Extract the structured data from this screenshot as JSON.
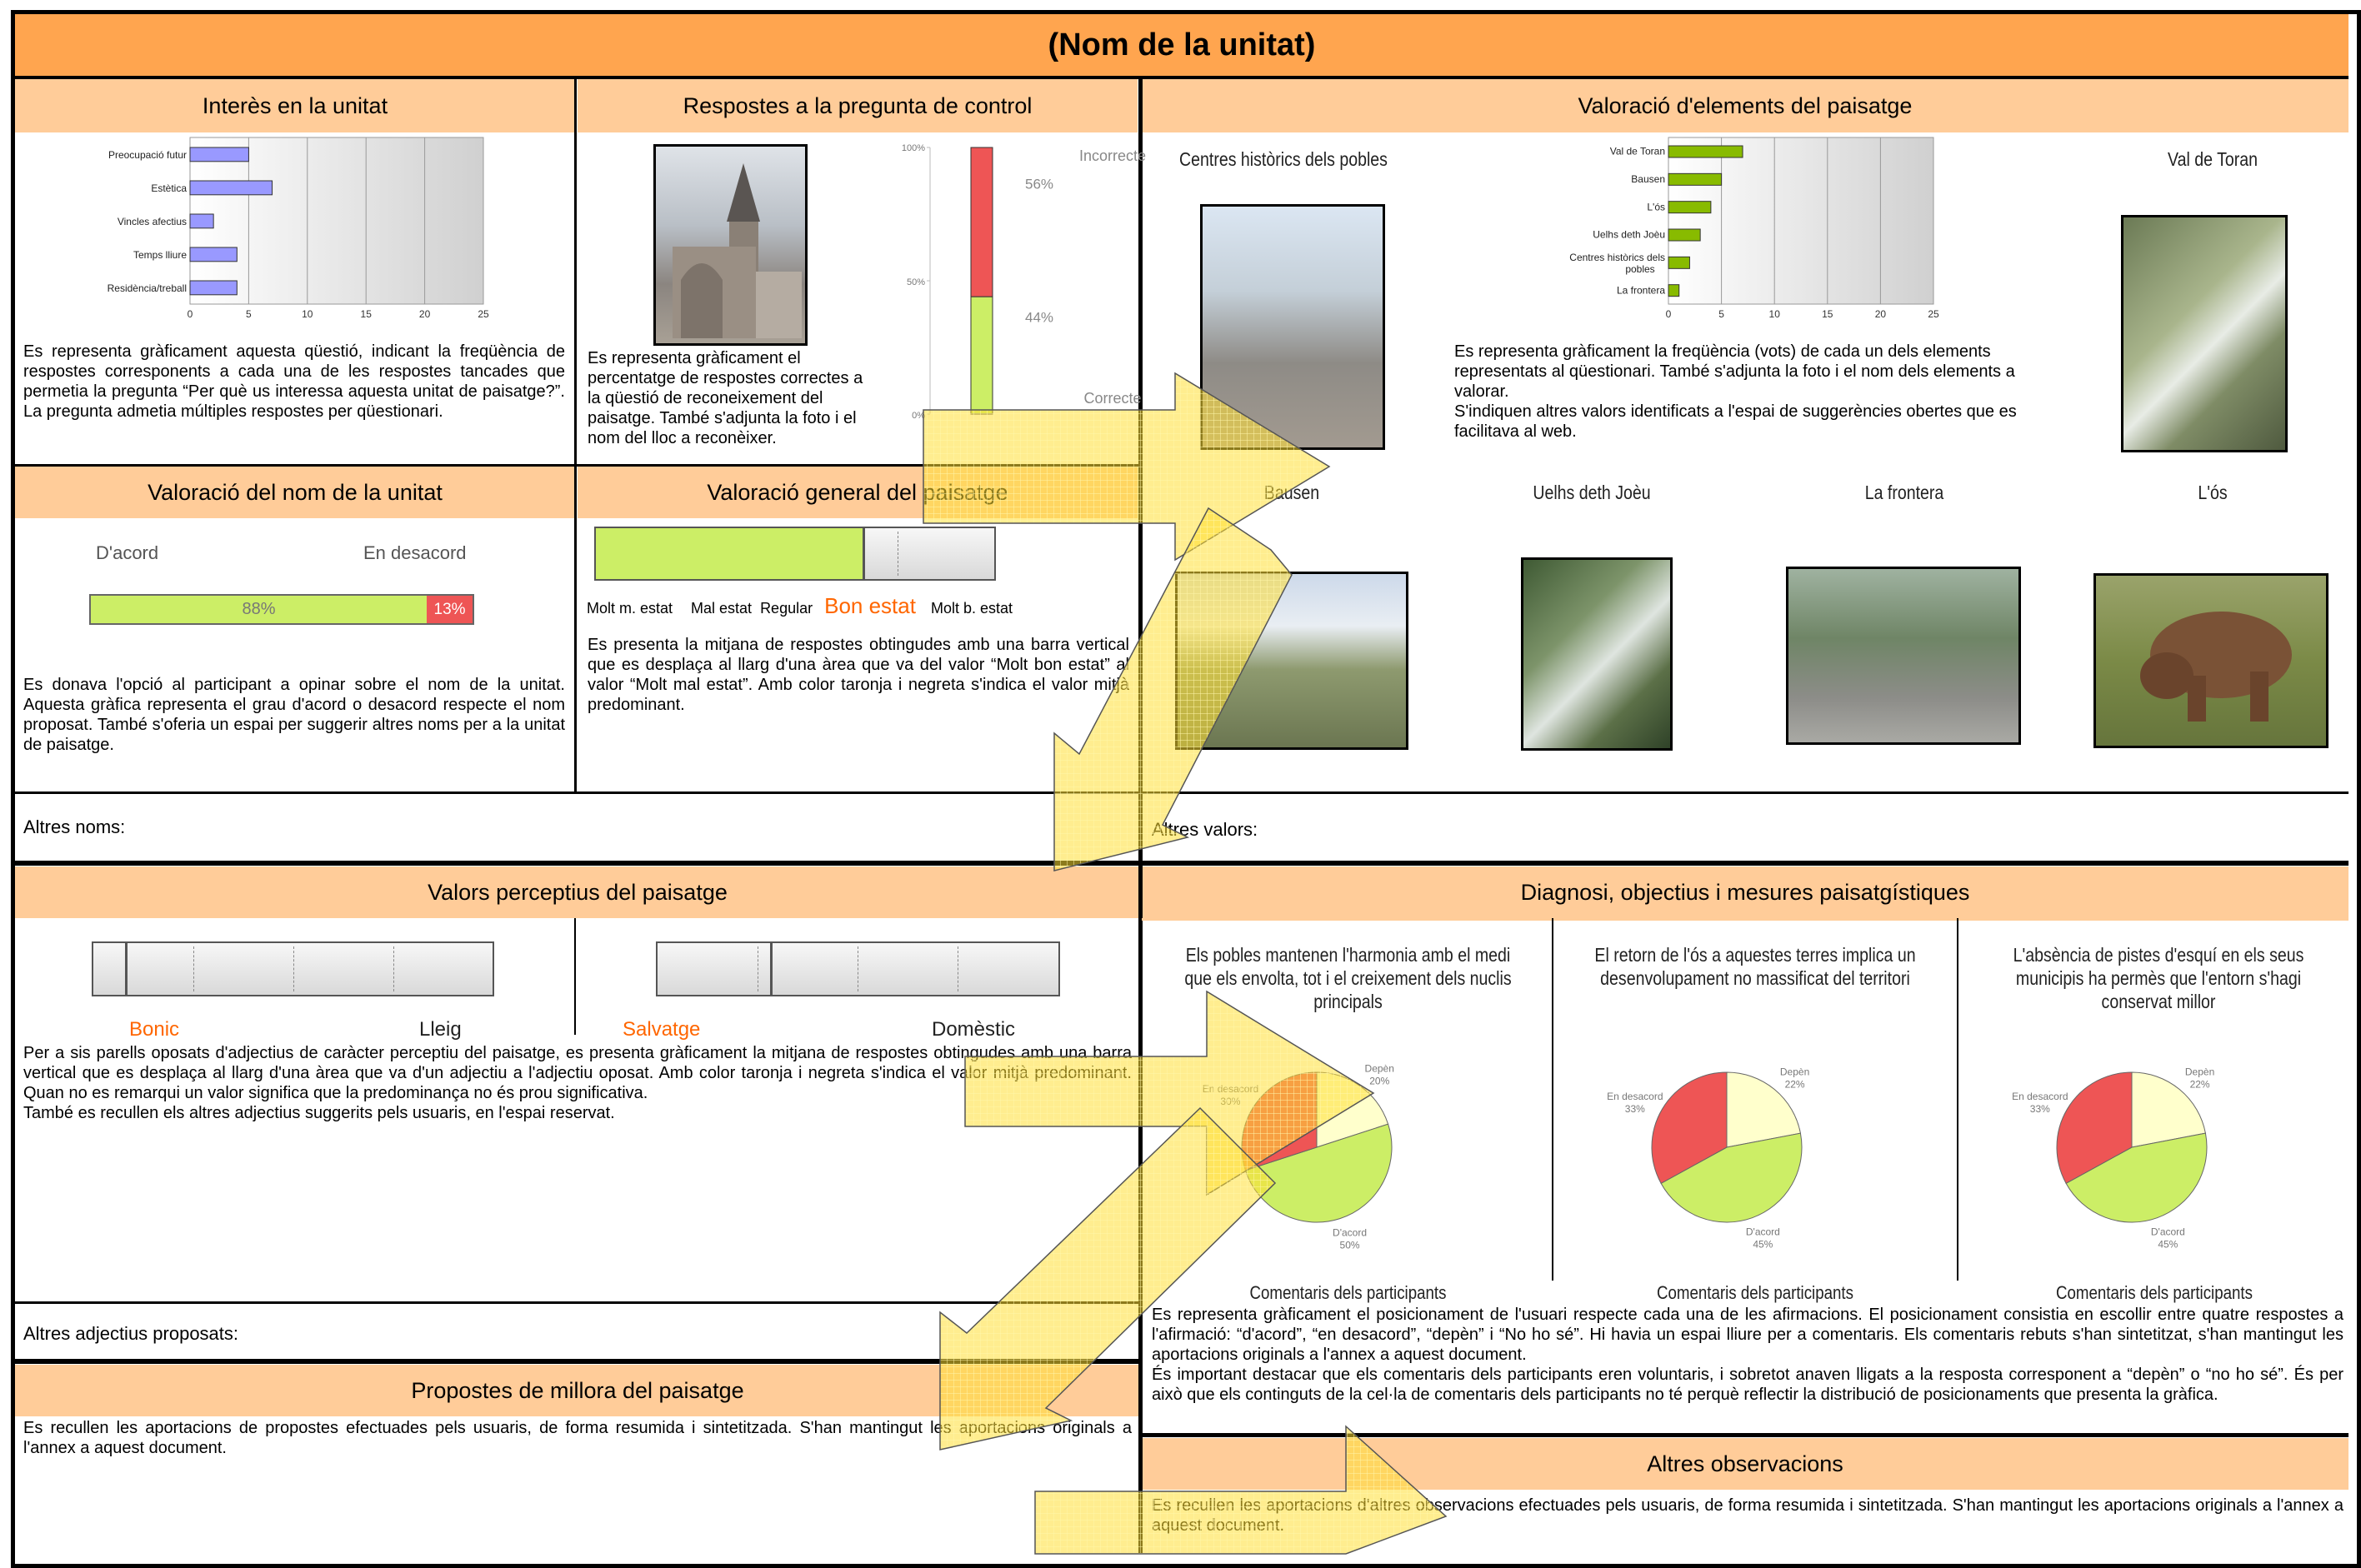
{
  "header": {
    "title": "(Nom de la unitat)"
  },
  "sections": {
    "interes": "Interès en la unitat",
    "control": "Respostes a la pregunta de control",
    "valoracio_elements": "Valoració d'elements del paisatge",
    "valoracio_nom": "Valoració del nom de la unitat",
    "valoracio_general": "Valoració general del paisatge",
    "valors_perceptius": "Valors perceptius del paisatge",
    "diagnosi": "Diagnosi, objectius i mesures paisatgístiques",
    "propostes": "Propostes de millora del paisatge",
    "altres_obs": "Altres observacions"
  },
  "interes": {
    "description": "Es representa gràficament aquesta qüestió, indicant la freqüència de respostes corresponents a cada una de les respostes tancades que permetia la pregunta “Per què us interessa aquesta unitat de paisatge?”. La pregunta admetia múltiples respostes per qüestionari."
  },
  "control": {
    "description": "Es representa gràficament el percentatge de respostes correctes a la qüestió de reconeixement del paisatge. També s'adjunta la foto i el nom del lloc a reconèixer.",
    "label_incorrect": "Incorrecte",
    "label_correct": "Correcte",
    "tick_100": "100%",
    "tick_50": "50%",
    "tick_0": "0%"
  },
  "elements": {
    "description": "Es representa gràficament la freqüència (vots) de cada un dels elements representats al qüestionari. També s'adjunta la foto i el nom dels elements a valorar.\nS'indiquen altres valors identificats a l'espai de suggerències obertes que es facilitava al web.",
    "photo_captions": [
      "Centres històrics dels pobles",
      "Val de Toran",
      "Bausen",
      "Uelhs deth Joèu",
      "La frontera",
      "L'ós"
    ],
    "altres_label": "Altres valors:"
  },
  "nom": {
    "agree_label": "D'acord",
    "disagree_label": "En desacord",
    "agree_pct": "88%",
    "disagree_pct": "13%",
    "agree_value": 88,
    "description": "Es donava l'opció al participant a opinar sobre el nom de la unitat. Aquesta gràfica representa el grau d'acord o desacord respecte el nom proposat. També s'oferia un espai per suggerir altres noms per a la unitat de paisatge.",
    "altres_label": "Altres noms:"
  },
  "general": {
    "scale_labels": [
      "Molt m. estat",
      "Mal estat",
      "Regular",
      "Bon estat",
      "Molt b. estat"
    ],
    "highlight": "Bon estat",
    "level_fraction": 0.67,
    "description": "Es presenta la mitjana de respostes obtingudes amb una barra vertical que es desplaça al llarg d'una àrea que va del valor “Molt bon estat” al valor “Molt mal estat”. Amb color taronja i negreta s'indica el valor mitjà predominant."
  },
  "perceptius": {
    "pair1": {
      "left": "Bonic",
      "right": "Lleig",
      "position": 0.08
    },
    "pair2": {
      "left": "Salvatge",
      "right": "Domèstic",
      "position": 0.28
    },
    "description": "Per a sis parells oposats d'adjectius de caràcter perceptiu del paisatge, es presenta gràficament la mitjana de respostes obtingudes amb una barra vertical que es desplaça al llarg d'una àrea que va d'un adjectiu a l'adjectiu oposat. Amb color taronja i negreta s'indica el valor mitjà predominant. Quan no es remarqui un valor significa que la predominança no és prou significativa.\nTambé es recullen els altres adjectius suggerits pels usuaris, en l'espai reservat.",
    "altres_label": "Altres adjectius proposats:"
  },
  "diagnosi": {
    "statements": [
      "Els pobles mantenen l'harmonia amb el medi que els envolta, tot i el creixement dels nuclis principals",
      "El retorn de l'ós a aquestes terres implica un desenvolupament no massificat del territori",
      "L'absència de pistes d'esquí en els seus municipis ha permès que l'entorn s'hagi conservat millor"
    ],
    "comments_label": "Comentaris dels participants",
    "description": "Es representa gràficament el posicionament de l'usuari respecte cada una de les afirmacions. El posicionament consistia en escollir entre quatre respostes a l'afirmació: “d'acord”, “en desacord”, “depèn” i “No ho sé”. Hi havia un espai lliure per a comentaris. Els comentaris rebuts s'han sintetitzat, s'han mantingut les aportacions originals a l'annex a aquest document.\nÉs important destacar que els comentaris dels participants eren voluntaris, i sobretot anaven lligats a la resposta corresponent a “depèn” o “no ho sé”. És per això que els continguts de la cel·la de comentaris dels participants no té perquè reflectir la distribució de posicionaments que presenta la gràfica."
  },
  "propostes": {
    "description": "Es recullen les aportacions de propostes efectuades pels usuaris, de forma resumida i sintetitzada. S'han mantingut les aportacions originals a l'annex a aquest document."
  },
  "altres_obs": {
    "description": "Es recullen les aportacions d'altres observacions efectuades pels usuaris, de forma resumida i sintetitzada. S'han mantingut les aportacions originals a l'annex a aquest document."
  },
  "colors": {
    "header": "#FFA54F",
    "section": "#FFCC99",
    "green": "#CCEE66",
    "red": "#EE5555",
    "orange": "#FF6600",
    "bar_blue": "#9999FF",
    "bar_green": "#88BB00",
    "pie_yellow": "#FFFFCC"
  },
  "chart_data": [
    {
      "type": "bar",
      "orientation": "horizontal",
      "categories": [
        "Preocupació futur",
        "Estètica",
        "Vincles afectius",
        "Temps lliure",
        "Residència/treball"
      ],
      "values": [
        5,
        7,
        2,
        4,
        4
      ],
      "xlim": [
        0,
        25
      ],
      "xticks": [
        "0",
        "5",
        "10",
        "15",
        "20",
        "25"
      ]
    },
    {
      "type": "bar",
      "orientation": "stacked-vertical",
      "categories": [
        "Correcte",
        "Incorrecte"
      ],
      "values": [
        44,
        56
      ],
      "labels": [
        "44%",
        "56%"
      ]
    },
    {
      "type": "bar",
      "orientation": "horizontal",
      "categories": [
        "Val de Toran",
        "Bausen",
        "L'ós",
        "Uelhs deth Joèu",
        "Centres històrics dels pobles",
        "La frontera"
      ],
      "values": [
        7,
        5,
        4,
        3,
        2,
        1
      ],
      "xlim": [
        0,
        25
      ],
      "xticks": [
        "0",
        "5",
        "10",
        "15",
        "20",
        "25"
      ]
    },
    {
      "type": "pie",
      "slices": [
        {
          "name": "Depèn",
          "value": 20,
          "label": "Depèn\n20%"
        },
        {
          "name": "D'acord",
          "value": 50,
          "label": "D'acord\n50%"
        },
        {
          "name": "En desacord",
          "value": 30,
          "label": "En desacord\n30%"
        }
      ]
    },
    {
      "type": "pie",
      "slices": [
        {
          "name": "Depèn",
          "value": 22,
          "label": "Depèn\n22%"
        },
        {
          "name": "D'acord",
          "value": 45,
          "label": "D'acord\n45%"
        },
        {
          "name": "En desacord",
          "value": 33,
          "label": "En desacord\n33%"
        }
      ]
    },
    {
      "type": "pie",
      "slices": [
        {
          "name": "Depèn",
          "value": 22,
          "label": "Depèn\n22%"
        },
        {
          "name": "D'acord",
          "value": 45,
          "label": "D'acord\n45%"
        },
        {
          "name": "En desacord",
          "value": 33,
          "label": "En desacord\n33%"
        }
      ]
    }
  ]
}
